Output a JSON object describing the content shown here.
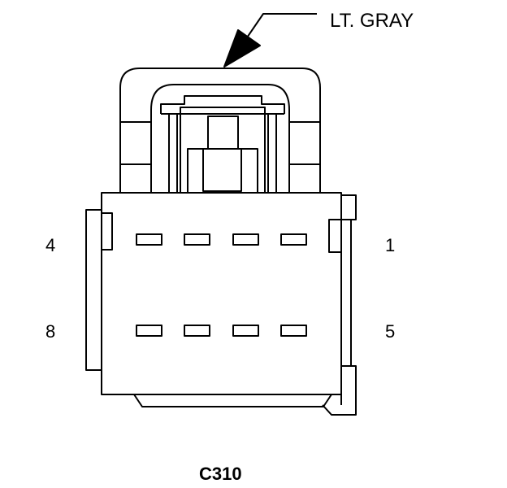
{
  "color_label": "LT. GRAY",
  "connector_id": "C310",
  "pin_labels": {
    "top_left": "4",
    "top_right": "1",
    "bottom_left": "8",
    "bottom_right": "5"
  },
  "colors": {
    "stroke": "#000000",
    "fill": "#ffffff"
  }
}
